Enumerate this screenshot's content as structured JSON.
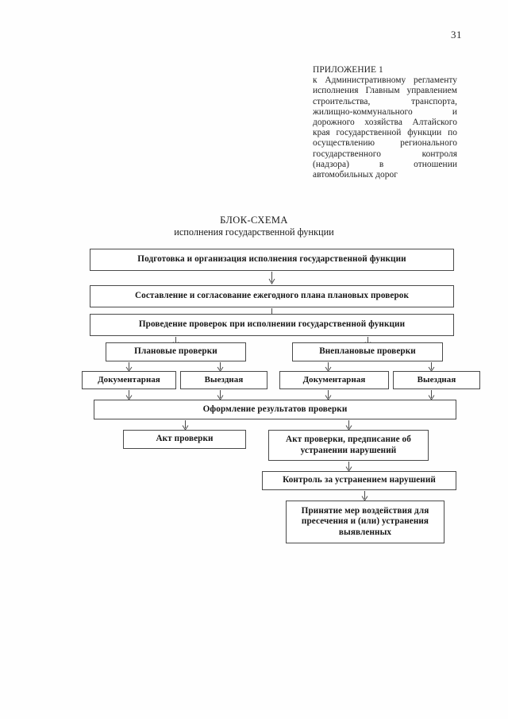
{
  "page": {
    "number": "31"
  },
  "header": {
    "appendix_title": "ПРИЛОЖЕНИЕ 1",
    "body": "к Административному регламенту исполнения Главным управлением строительства, транспорта, жилищно-коммунального и дорожного хозяйства Алтайского края государственной функции по осуществлению регионального государственного контроля (надзора) в отношении автомобильных дорог"
  },
  "chart_title": {
    "line1": "БЛОК-СХЕМА",
    "line2": "исполнения государственной функции"
  },
  "flowchart": {
    "nodes": [
      {
        "id": "n1",
        "label": "Подготовка и организация исполнения государственной функции"
      },
      {
        "id": "n2",
        "label": "Составление и согласование ежегодного плана плановых проверок"
      },
      {
        "id": "n3",
        "label": "Проведение проверок при исполнении государственной функции"
      },
      {
        "id": "n4",
        "label": "Плановые проверки"
      },
      {
        "id": "n5",
        "label": "Внеплановые проверки"
      },
      {
        "id": "n6",
        "label": "Документарная"
      },
      {
        "id": "n7",
        "label": "Выездная"
      },
      {
        "id": "n8",
        "label": "Документарная"
      },
      {
        "id": "n9",
        "label": "Выездная"
      },
      {
        "id": "n10",
        "label": "Оформление результатов проверки"
      },
      {
        "id": "n11",
        "label": "Акт проверки"
      },
      {
        "id": "n12",
        "label": "Акт проверки, предписание об устранении нарушений"
      },
      {
        "id": "n13",
        "label": "Контроль за устранением нарушений"
      },
      {
        "id": "n14",
        "label": "Принятие мер воздействия для пресечения и (или) устранения выявленных"
      }
    ]
  }
}
